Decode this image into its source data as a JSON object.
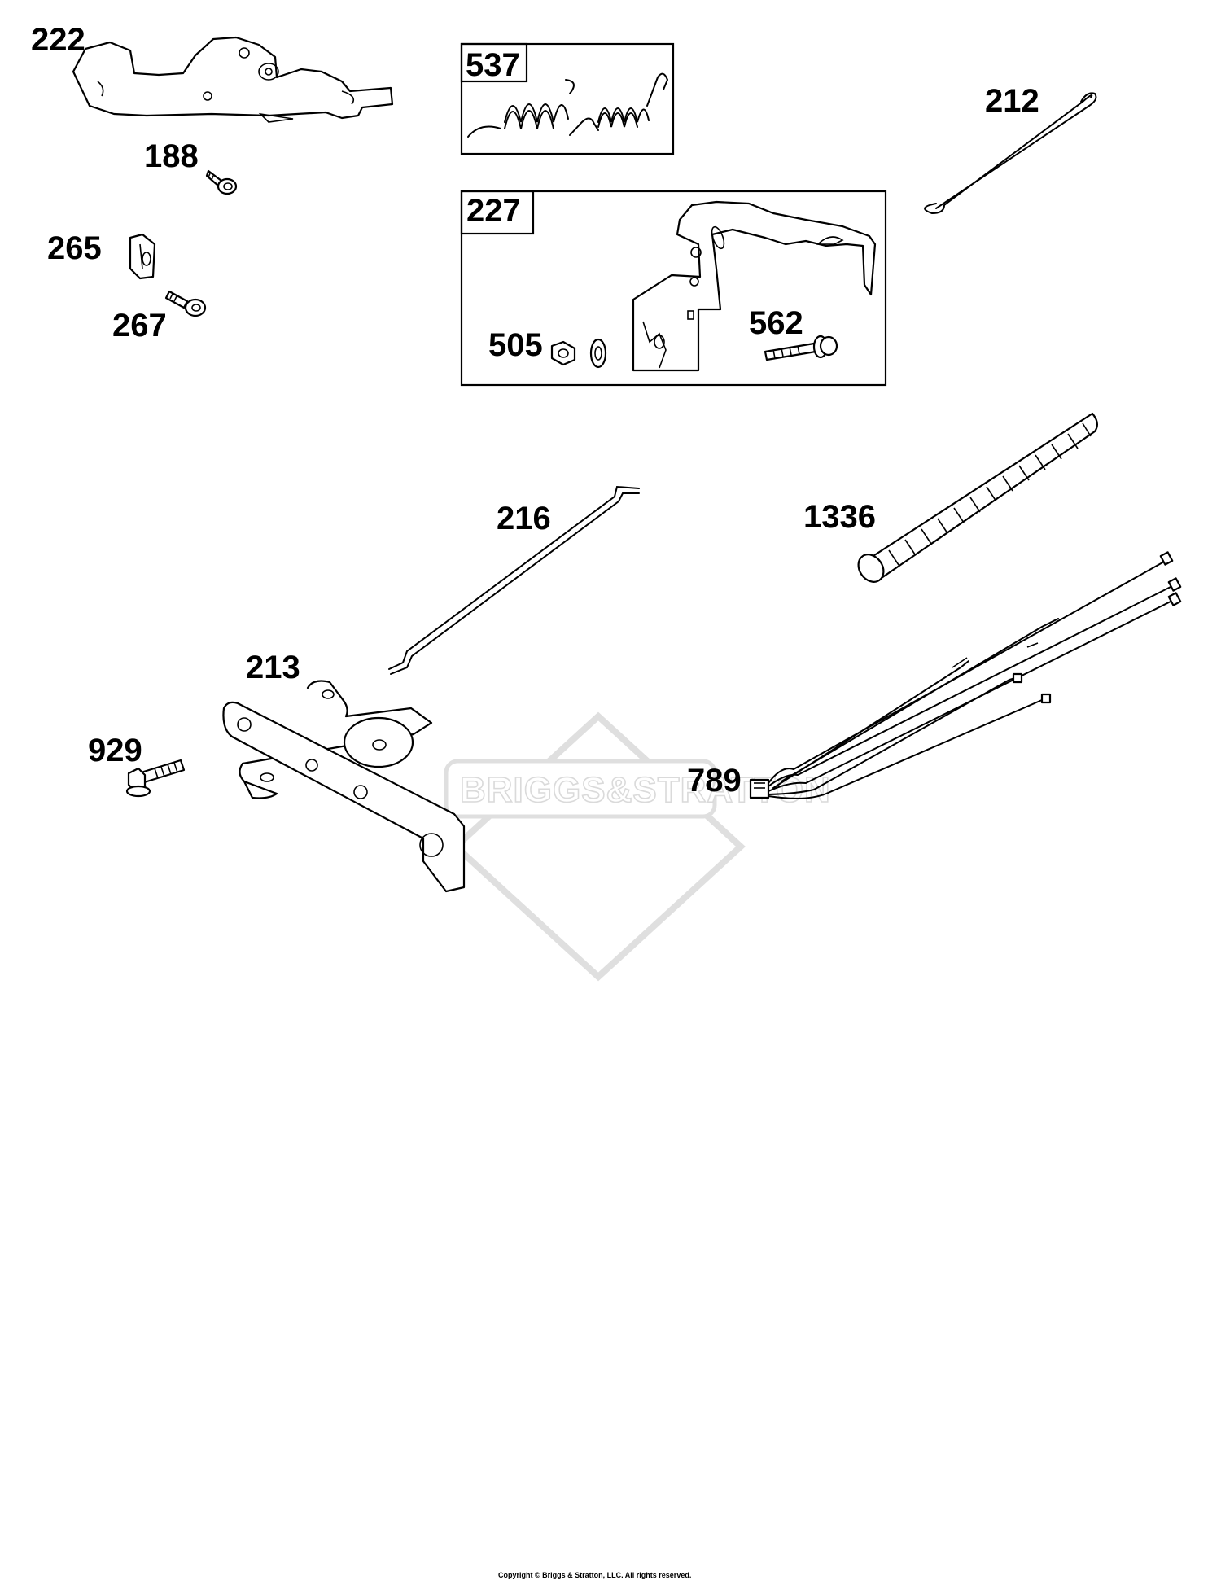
{
  "callouts": {
    "c222": "222",
    "c188": "188",
    "c265": "265",
    "c267": "267",
    "c537": "537",
    "c227": "227",
    "c505": "505",
    "c562": "562",
    "c212": "212",
    "c216": "216",
    "c1336": "1336",
    "c213": "213",
    "c929": "929",
    "c789": "789"
  },
  "watermark": {
    "text": "BRIGGS&STRATTON"
  },
  "footer": {
    "copyright": "Copyright © Briggs & Stratton, LLC. All rights reserved."
  }
}
